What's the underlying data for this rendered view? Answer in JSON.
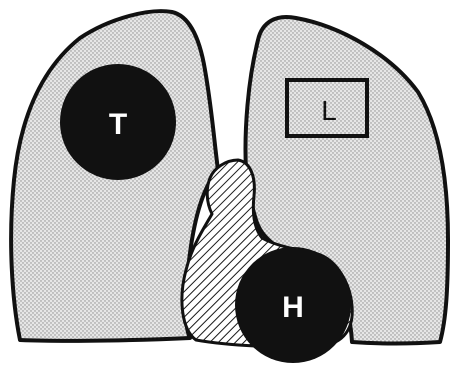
{
  "diagram": {
    "labels": {
      "tumor": "T",
      "lesion_box": "L",
      "heart_mass": "H"
    },
    "colors": {
      "outline": "#111111",
      "fill_dark": "#111111",
      "background": "#ffffff",
      "stipple_bg": "#e6e6e6",
      "stipple_dot": "#8c8c8c",
      "hatch_line": "#1a1a1a"
    }
  }
}
